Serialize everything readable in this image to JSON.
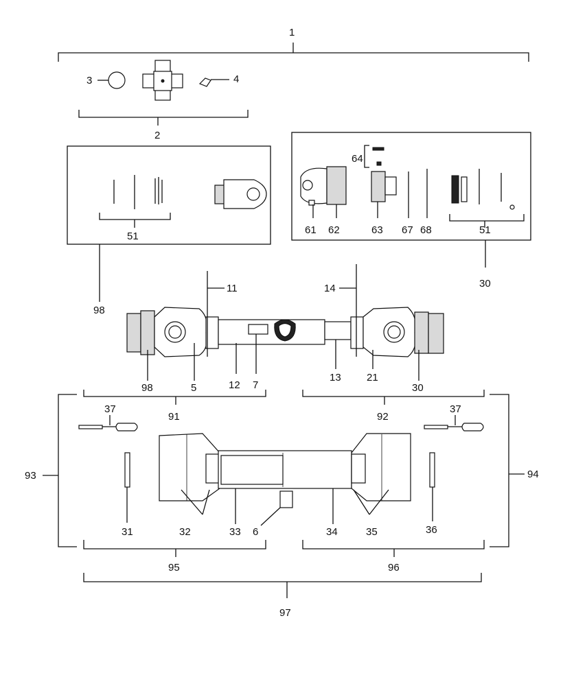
{
  "callouts": {
    "c1": "1",
    "c2": "2",
    "c3": "3",
    "c4": "4",
    "c5": "5",
    "c6": "6",
    "c7": "7",
    "c11": "11",
    "c12": "12",
    "c13": "13",
    "c14": "14",
    "c21": "21",
    "c30_top": "30",
    "c30_bottom": "30",
    "c31": "31",
    "c32": "32",
    "c33": "33",
    "c34": "34",
    "c35": "35",
    "c36": "36",
    "c37_left": "37",
    "c37_right": "37",
    "c51_left": "51",
    "c51_right": "51",
    "c61": "61",
    "c62": "62",
    "c63": "63",
    "c64": "64",
    "c67": "67",
    "c68": "68",
    "c91": "91",
    "c92": "92",
    "c93": "93",
    "c94": "94",
    "c95": "95",
    "c96": "96",
    "c97": "97",
    "c98_top": "98",
    "c98_bottom": "98"
  }
}
